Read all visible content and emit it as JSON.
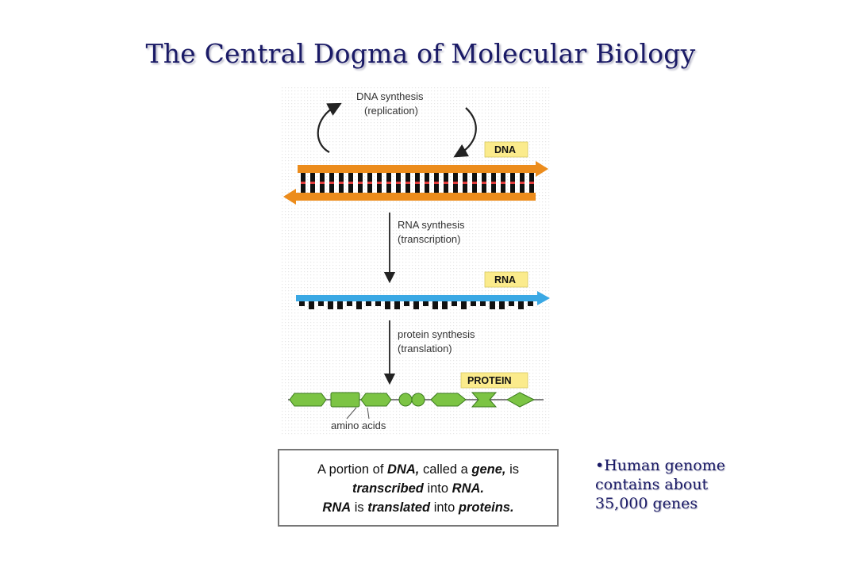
{
  "title": "The Central Dogma of Molecular Biology",
  "figure": {
    "dna_synthesis_label": "DNA synthesis",
    "dna_synthesis_sub": "(replication)",
    "dna_tag": "DNA",
    "rna_synthesis_label": "RNA synthesis",
    "rna_synthesis_sub": "(transcription)",
    "rna_tag": "RNA",
    "protein_synthesis_label": "protein synthesis",
    "protein_synthesis_sub": "(translation)",
    "protein_tag": "PROTEIN",
    "amino_acids_label": "amino acids",
    "colors": {
      "dna_strand": "#ec8c1c",
      "rna_strand": "#3aa8e4",
      "tag_fill": "#fbeb8c",
      "amino_fill": "#7cc444",
      "amino_stroke": "#3a7a1c",
      "base_red": "#e03a3a",
      "background_dots": "#f2f2f2"
    }
  },
  "caption": {
    "l1_a": "A portion of ",
    "l1_b": "DNA,",
    "l1_c": " called a ",
    "l1_d": "gene,",
    "l1_e": " is",
    "l2_a": "transcribed",
    "l2_b": " into ",
    "l2_c": "RNA.",
    "l3_a": "RNA",
    "l3_b": " is ",
    "l3_c": "translated",
    "l3_d": " into ",
    "l3_e": "proteins."
  },
  "bullet": {
    "marker": "•",
    "line1": "Human genome",
    "line2": "contains about",
    "line3": "35,000 genes"
  }
}
